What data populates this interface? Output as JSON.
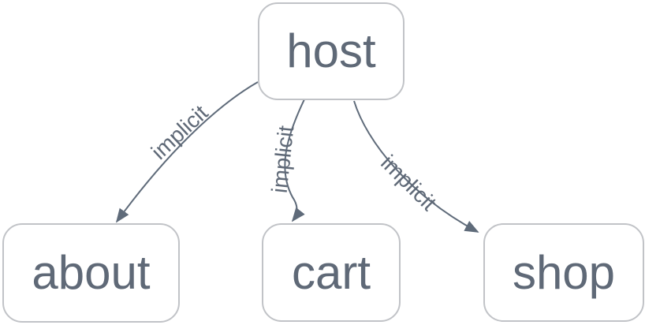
{
  "diagram": {
    "type": "flowchart",
    "direction": "top-down",
    "nodes": [
      {
        "id": "host",
        "label": "host"
      },
      {
        "id": "about",
        "label": "about"
      },
      {
        "id": "cart",
        "label": "cart"
      },
      {
        "id": "shop",
        "label": "shop"
      }
    ],
    "edges": [
      {
        "from": "host",
        "to": "about",
        "label": "implicit",
        "arrow": "filled-triangle"
      },
      {
        "from": "host",
        "to": "cart",
        "label": "implicit",
        "arrow": "filled-triangle"
      },
      {
        "from": "host",
        "to": "shop",
        "label": "implicit",
        "arrow": "filled-triangle"
      }
    ],
    "colors": {
      "background": "#ffffff",
      "node_fill": "#ffffff",
      "node_border": "#c1c3c7",
      "node_text": "#5f6977",
      "edge_stroke": "#5f6b7a",
      "edge_label_text": "#5f6977"
    }
  }
}
